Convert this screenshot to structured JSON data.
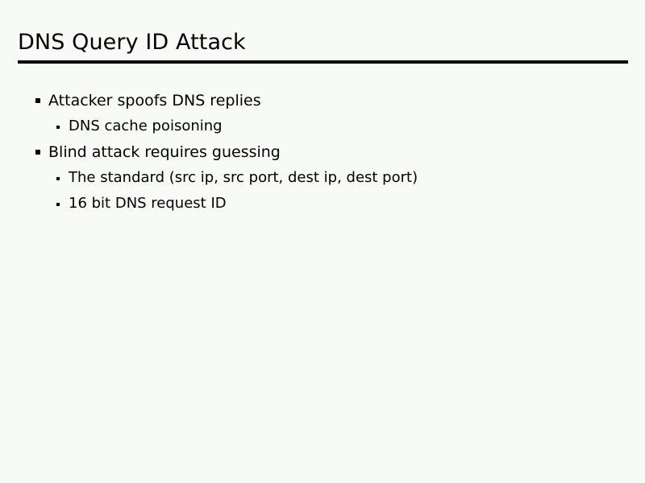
{
  "slide": {
    "title": "DNS Query ID Attack",
    "background_color": "#f7faf7",
    "text_color": "#000000",
    "rule_color": "#000000",
    "bullets": [
      {
        "level": 1,
        "marker": "square-bullet-icon",
        "text": "Attacker spoofs DNS replies"
      },
      {
        "level": 2,
        "marker": "small-square-bullet-icon",
        "text": "DNS cache poisoning"
      },
      {
        "level": 1,
        "marker": "square-bullet-icon",
        "text": "Blind attack requires guessing"
      },
      {
        "level": 2,
        "marker": "small-square-bullet-icon",
        "text": "The standard (src ip, src port, dest ip, dest port)"
      },
      {
        "level": 2,
        "marker": "small-square-bullet-icon",
        "text": "16 bit DNS request ID"
      }
    ]
  }
}
